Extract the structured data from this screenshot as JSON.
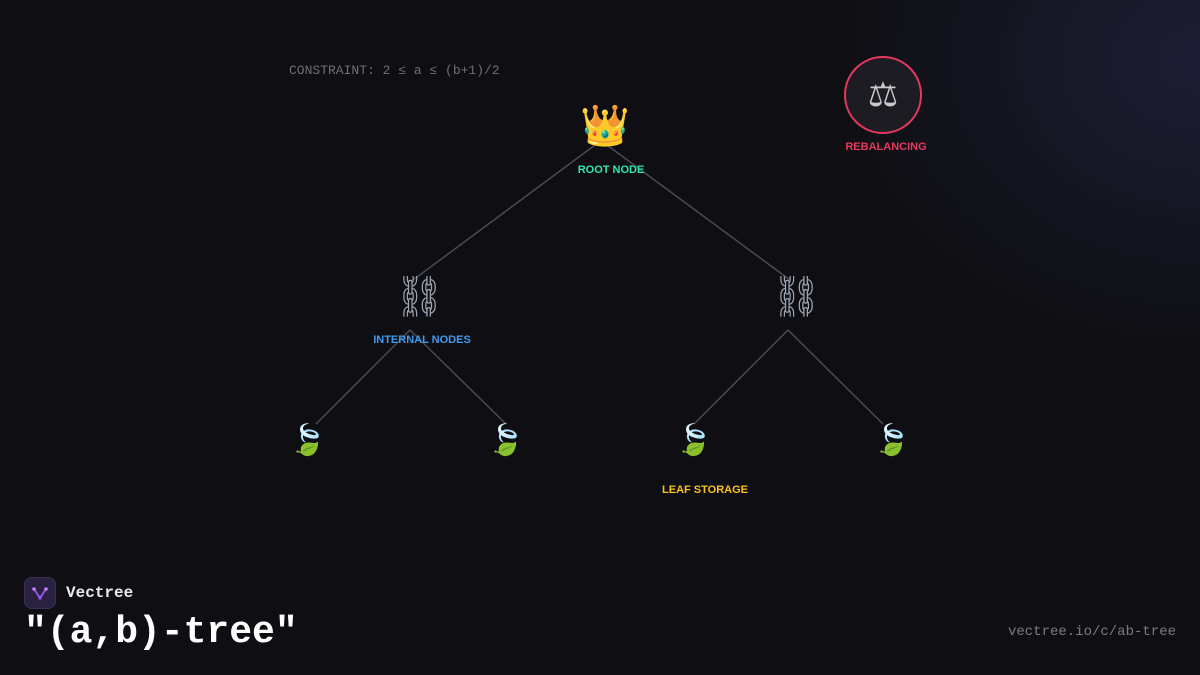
{
  "constraint": "CONSTRAINT: 2 ≤ a ≤ (b+1)/2",
  "nodes": {
    "root": {
      "icon": "crown-icon",
      "glyph": "👑",
      "label": "ROOT NODE",
      "color": "#2ee6b0"
    },
    "internal": {
      "icon": "chain-link-icon",
      "glyph": "⛓",
      "label": "INTERNAL NODES",
      "color": "#3d9bf0"
    },
    "leaf": {
      "icon": "leaf-icon",
      "glyph": "🍃",
      "label": "LEAF STORAGE",
      "color": "#f7c21b"
    },
    "rebalancing": {
      "icon": "balance-scale-icon",
      "glyph": "⚖",
      "label": "REBALANCING",
      "color": "#e6385f"
    }
  },
  "edges": [
    [
      "root",
      "internal-left"
    ],
    [
      "root",
      "internal-right"
    ],
    [
      "internal-left",
      "leaf-1"
    ],
    [
      "internal-left",
      "leaf-2"
    ],
    [
      "internal-right",
      "leaf-3"
    ],
    [
      "internal-right",
      "leaf-4"
    ]
  ],
  "brand": {
    "name": "Vectree",
    "logo_icon": "vectree-logo-icon"
  },
  "title": "\"(a,b)-tree\"",
  "url": "vectree.io/c/ab-tree",
  "colors": {
    "background": "#0f0f13",
    "edge": "#4a4a52",
    "logo_bg": "#2a2140",
    "logo_accent": "#9b5cf0"
  }
}
